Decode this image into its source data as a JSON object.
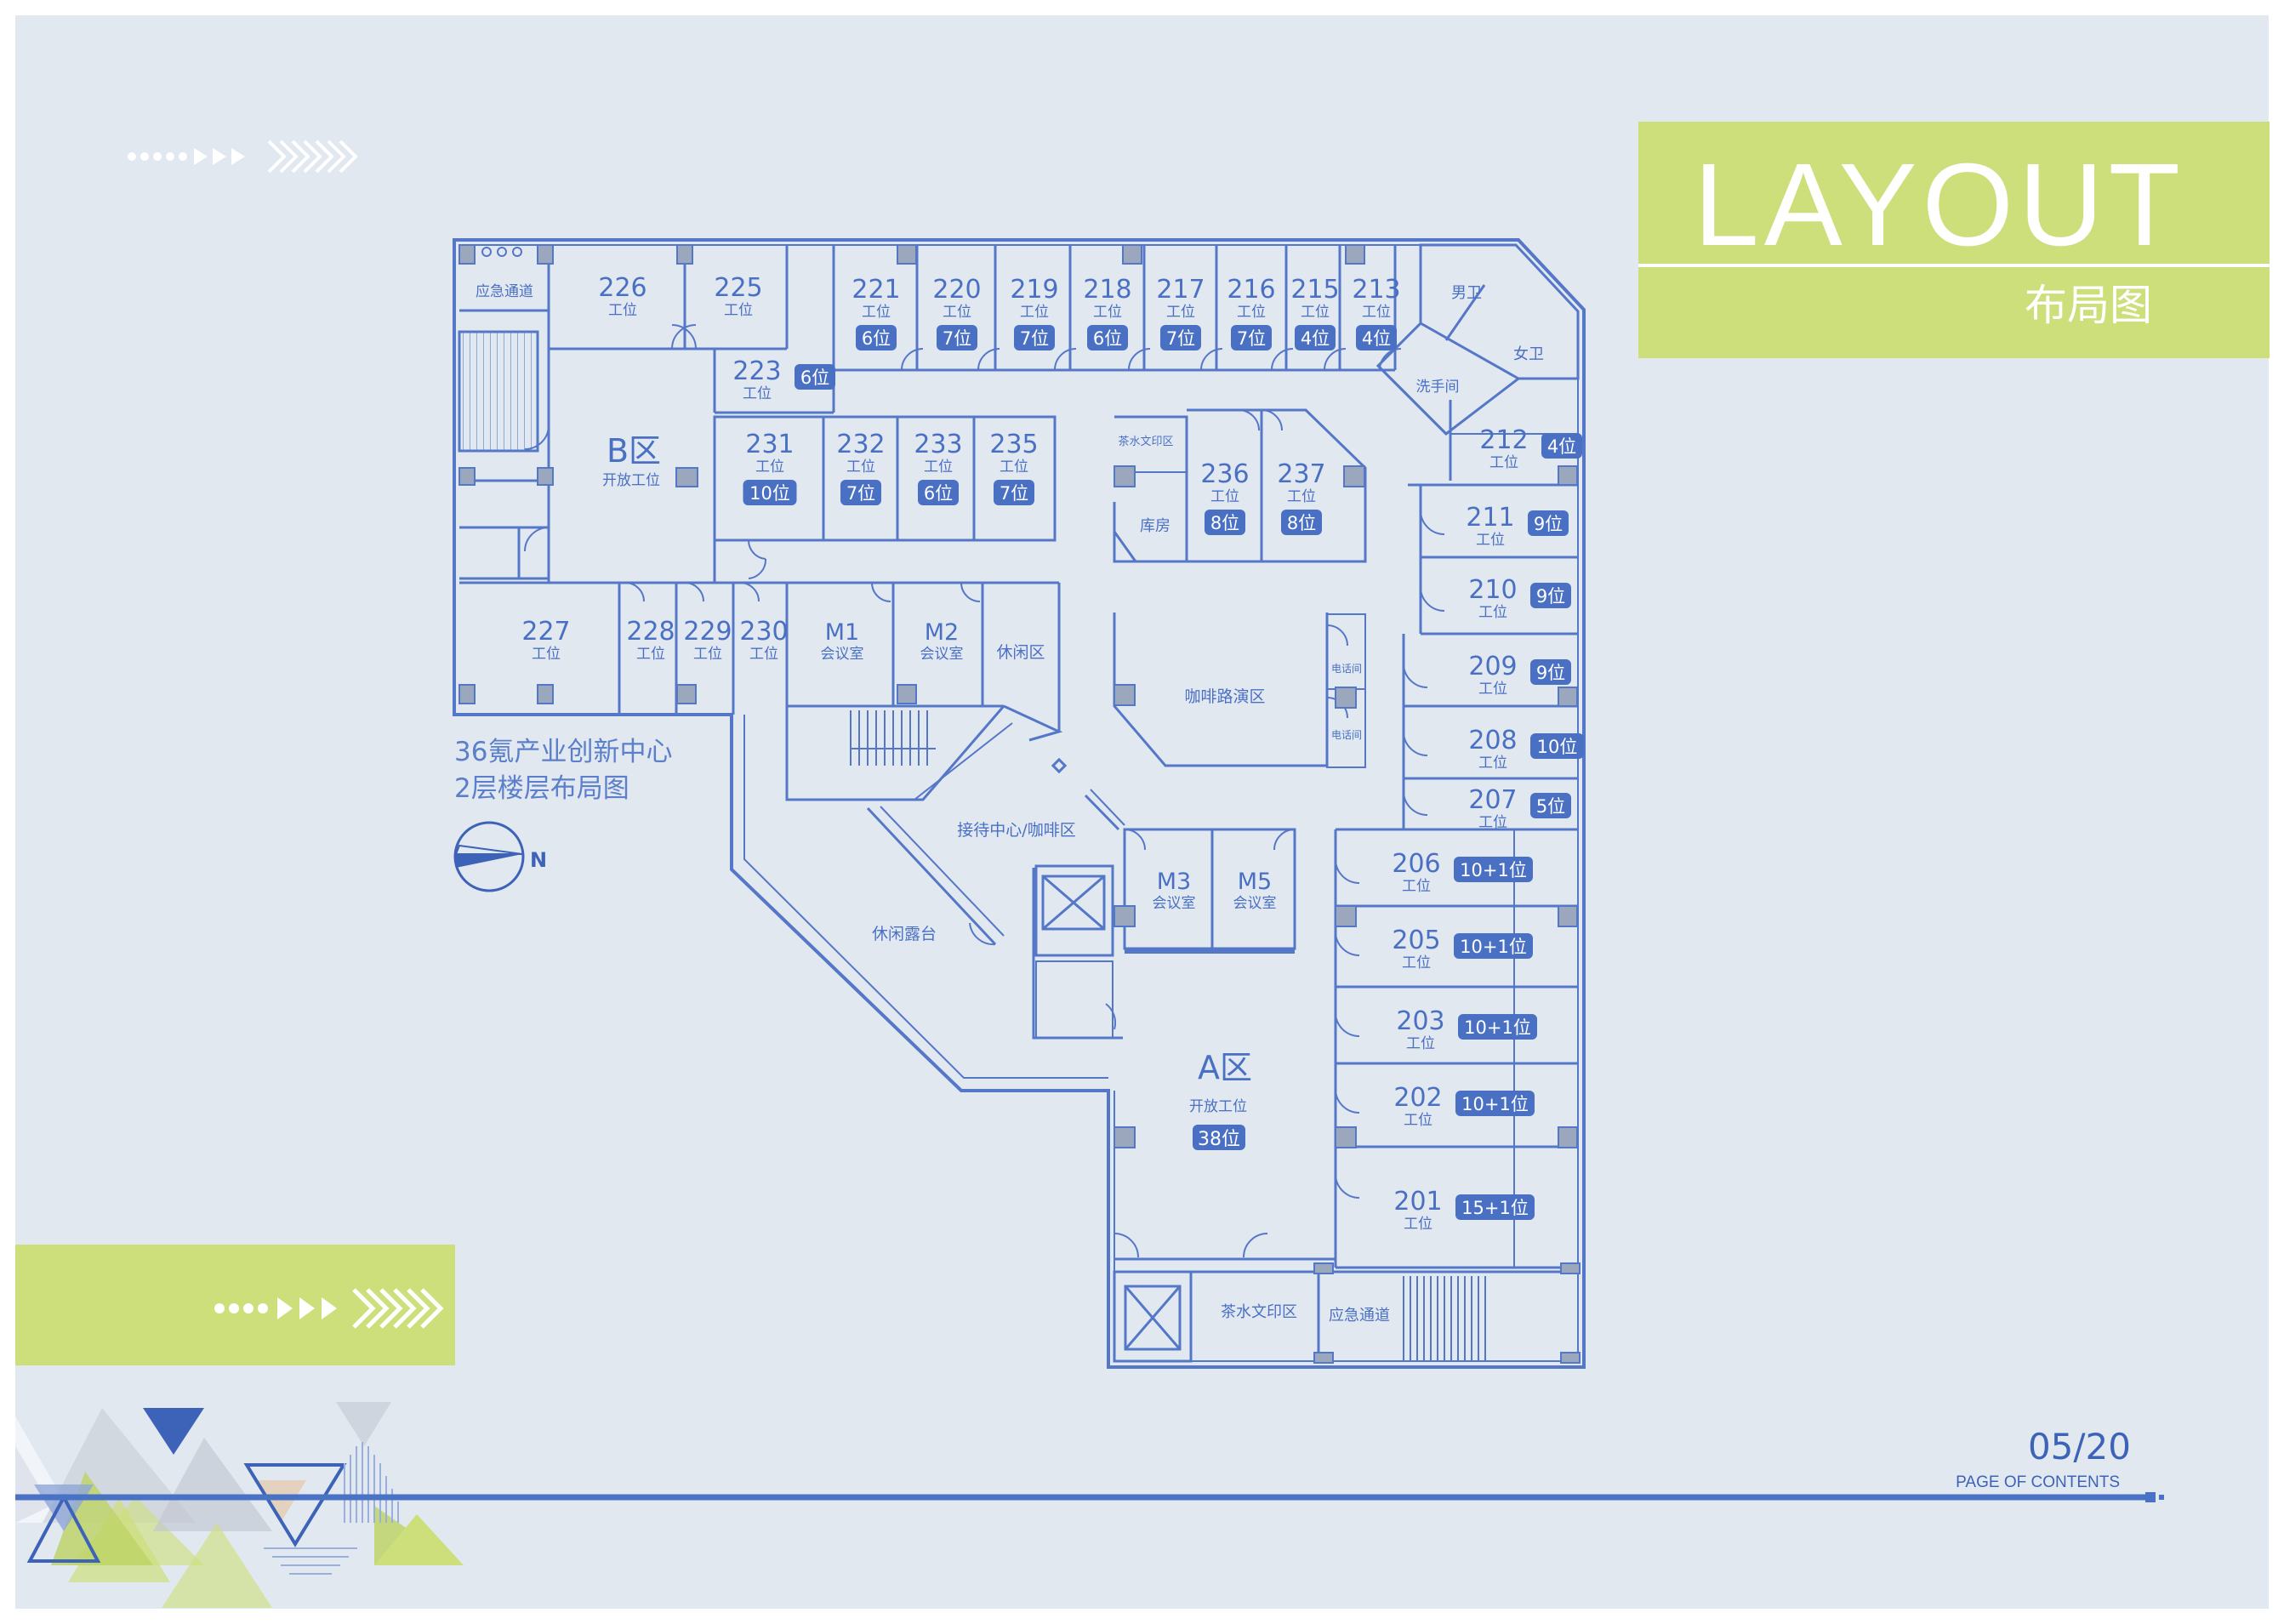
{
  "colors": {
    "page_bg": "#e2e8f0",
    "accent_green": "#cddf7a",
    "plan_blue": "#5577c8",
    "dark_blue": "#3d63b8",
    "badge_blue": "#4a70c4",
    "line_blue": "#4a72c4"
  },
  "header": {
    "title": "LAYOUT",
    "subtitle": "布局图"
  },
  "caption": {
    "line1": "36氪产业创新中心",
    "line2": "2层楼层布局图"
  },
  "compass": {
    "label": "N"
  },
  "footer": {
    "page_number": "05/20",
    "page_label": "PAGE OF CONTENTS"
  },
  "labels": {
    "workstation": "工位",
    "meeting": "会议室",
    "open_work": "开放工位"
  },
  "zones": {
    "emergency_top": "应急通道",
    "zone_b": "B区",
    "zone_a": "A区",
    "mens_wc": "男卫",
    "womens_wc": "女卫",
    "washroom": "洗手间",
    "pantry_print_small": "茶水文印区",
    "storage": "库房",
    "coffee_demo": "咖啡路演区",
    "phone_booth_1": "电话间",
    "phone_booth_2": "电话间",
    "reception": "接待中心/咖啡区",
    "terrace": "休闲露台",
    "lounge": "休闲区",
    "pantry_print": "茶水文印区",
    "emergency_bottom": "应急通道"
  },
  "offices": [
    {
      "id": "226",
      "badge": ""
    },
    {
      "id": "225",
      "badge": ""
    },
    {
      "id": "221",
      "badge": "6位"
    },
    {
      "id": "220",
      "badge": "7位"
    },
    {
      "id": "219",
      "badge": "7位"
    },
    {
      "id": "218",
      "badge": "6位"
    },
    {
      "id": "217",
      "badge": "7位"
    },
    {
      "id": "216",
      "badge": "7位"
    },
    {
      "id": "215",
      "badge": "4位"
    },
    {
      "id": "213",
      "badge": "4位"
    },
    {
      "id": "223",
      "badge": "6位"
    },
    {
      "id": "231",
      "badge": "10位"
    },
    {
      "id": "232",
      "badge": "7位"
    },
    {
      "id": "233",
      "badge": "6位"
    },
    {
      "id": "235",
      "badge": "7位"
    },
    {
      "id": "236",
      "badge": "8位"
    },
    {
      "id": "237",
      "badge": "8位"
    },
    {
      "id": "212",
      "badge": "4位"
    },
    {
      "id": "211",
      "badge": "9位"
    },
    {
      "id": "210",
      "badge": "9位"
    },
    {
      "id": "209",
      "badge": "9位"
    },
    {
      "id": "208",
      "badge": "10位"
    },
    {
      "id": "207",
      "badge": "5位"
    },
    {
      "id": "206",
      "badge": "10+1位"
    },
    {
      "id": "205",
      "badge": "10+1位"
    },
    {
      "id": "203",
      "badge": "10+1位"
    },
    {
      "id": "202",
      "badge": "10+1位"
    },
    {
      "id": "201",
      "badge": "15+1位"
    },
    {
      "id": "227",
      "badge": ""
    },
    {
      "id": "228",
      "badge": ""
    },
    {
      "id": "229",
      "badge": ""
    },
    {
      "id": "230",
      "badge": ""
    }
  ],
  "meeting_rooms": [
    {
      "id": "M1"
    },
    {
      "id": "M2"
    },
    {
      "id": "M3"
    },
    {
      "id": "M5"
    }
  ],
  "zone_a_badge": "38位"
}
